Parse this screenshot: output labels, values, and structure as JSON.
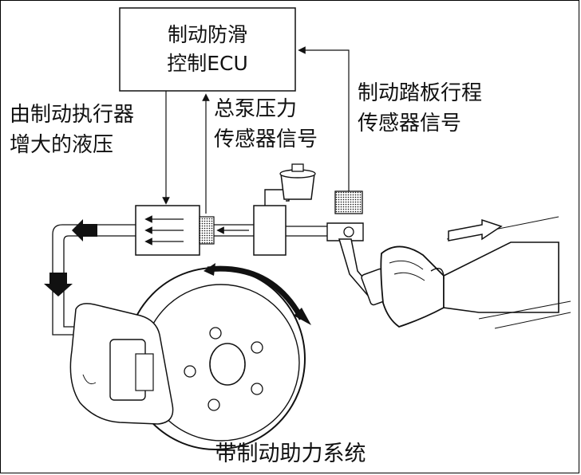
{
  "ecu": {
    "line1": "制动防滑",
    "line2": "控制ECU"
  },
  "labels": {
    "actuator_pressure_1": "由制动执行器",
    "actuator_pressure_2": "增大的液压",
    "master_cyl_1": "总泵压力",
    "master_cyl_2": "传感器信号",
    "pedal_sensor_1": "制动踏板行程",
    "pedal_sensor_2": "传感器信号"
  },
  "caption": "带制动助力系统",
  "colors": {
    "ink": "#111111",
    "paper": "#ffffff",
    "shade": "#9a9a9a"
  },
  "icons": [
    "arrow-icon",
    "brake-disc-icon",
    "pedal-icon",
    "shoe-icon",
    "reservoir-icon"
  ]
}
